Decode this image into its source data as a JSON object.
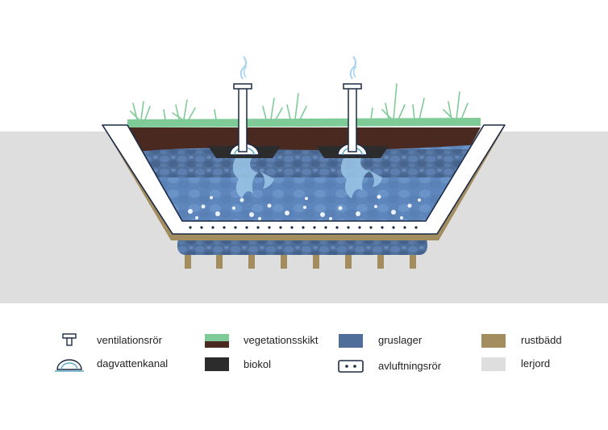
{
  "legend": {
    "ventilation_pipe": "ventilationsrör",
    "stormwater_channel": "dagvattenkanal",
    "vegetation_layer": "vegetationsskikt",
    "biochar": "biokol",
    "gravel_layer": "gruslager",
    "drain_pipe": "avluftningsrör",
    "rust_bed": "rustbädd",
    "clay_soil": "lerjord"
  },
  "colors": {
    "clay_soil": "#dedede",
    "vegetation": "#7fcb97",
    "topsoil": "#4a2a20",
    "biochar": "#2c2c2c",
    "gravel": "#4f6e99",
    "water": "#9cc7e8",
    "rust_bed": "#a38c5e",
    "liner": "#ffffff",
    "outline": "#1b2a44"
  },
  "icons": {
    "ventilation_pipe": "t-pipe-icon",
    "stormwater_channel": "half-dome-icon",
    "drain_pipe": "perforated-pipe-icon"
  }
}
